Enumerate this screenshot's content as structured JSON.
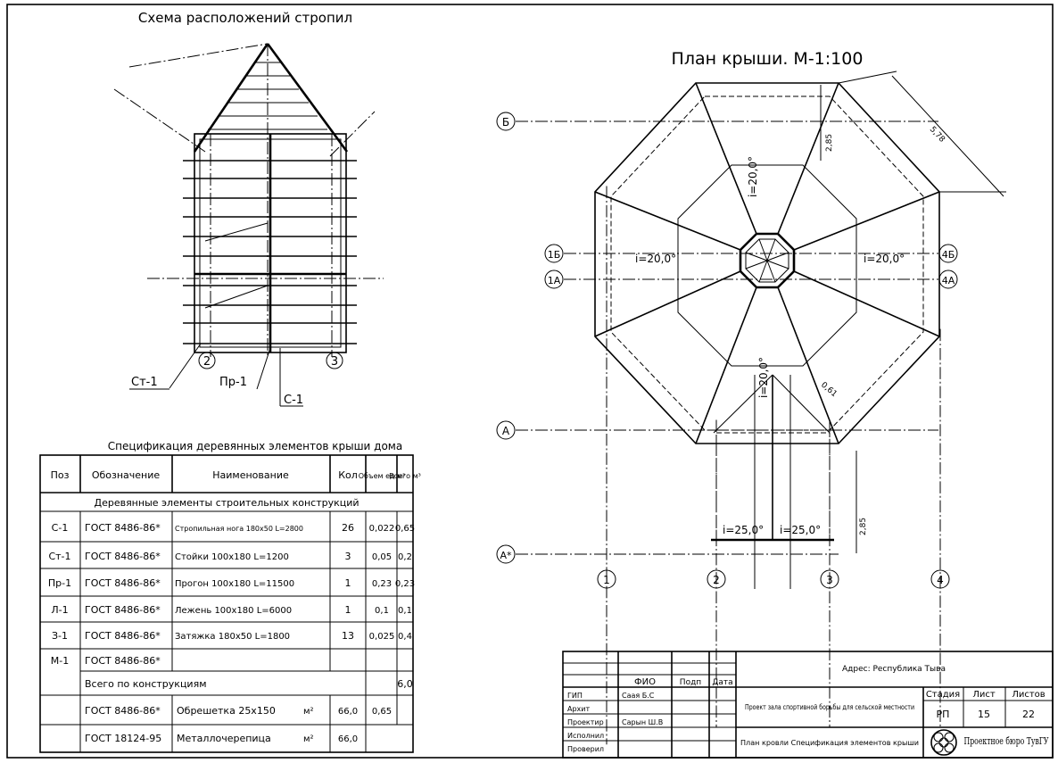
{
  "left_title": "Схема расположений стропил",
  "left_labels": {
    "st1": "Ст-1",
    "pr1": "Пр-1",
    "s1": "С-1",
    "axis2": "2",
    "axis3": "3"
  },
  "plan": {
    "title": "План крыши. М-1:100",
    "axes": {
      "b": "Б",
      "b1": "1Б",
      "a1": "1А",
      "a": "А",
      "a_star": "А*",
      "c4b": "4Б",
      "c4a": "4А",
      "n1": "1",
      "n2": "2",
      "n3": "3",
      "n4": "4"
    },
    "slopes": {
      "top": "i=20,0°",
      "left": "i=20,0°",
      "right": "i=20,0°",
      "front": "i=20,0°",
      "porch_left": "i=25,0°",
      "porch_right": "i=25,0°"
    },
    "dims": {
      "side": "5,78",
      "inner": "2,85",
      "porch": "2,85",
      "small": "0,61"
    }
  },
  "spec": {
    "title": "Спецификация деревянных элементов крыши дома",
    "headers": {
      "poz": "Поз",
      "obozn": "Обозначение",
      "naim": "Наименование",
      "kol": "Кол",
      "obyem": "Объем ед м³",
      "vsego": "Всего м³"
    },
    "section": "Деревянные элементы строительных конструкций",
    "rows": [
      {
        "poz": "С-1",
        "obozn": "ГОСТ 8486-86*",
        "naim": "Стропильная нога 180х50 L=2800",
        "kol": "26",
        "obyem": "0,022",
        "vsego": "0,65"
      },
      {
        "poz": "Ст-1",
        "obozn": "ГОСТ 8486-86*",
        "naim": "Стойки 100х180 L=1200",
        "kol": "3",
        "obyem": "0,05",
        "vsego": "0,2"
      },
      {
        "poz": "Пр-1",
        "obozn": "ГОСТ 8486-86*",
        "naim": "Прогон 100х180 L=11500",
        "kol": "1",
        "obyem": "0,23",
        "vsego": "0,23"
      },
      {
        "poz": "Л-1",
        "obozn": "ГОСТ 8486-86*",
        "naim": "Лежень 100х180 L=6000",
        "kol": "1",
        "obyem": "0,1",
        "vsego": "0,1"
      },
      {
        "poz": "З-1",
        "obozn": "ГОСТ 8486-86*",
        "naim": "Затяжка 180х50 L=1800",
        "kol": "13",
        "obyem": "0,025",
        "vsego": "0,4"
      },
      {
        "poz": "М-1",
        "obozn": "ГОСТ 8486-86*",
        "naim": "",
        "kol": "",
        "obyem": "",
        "vsego": ""
      }
    ],
    "total_label": "Всего по конструкциям",
    "total_value": "6,0",
    "extra": [
      {
        "obozn": "ГОСТ 8486-86*",
        "naim": "Обрешетка 25х150",
        "unit": "м²",
        "kol": "66,0",
        "obyem": "0,65"
      },
      {
        "obozn": "ГОСТ 18124-95",
        "naim": "Металлочерепица",
        "unit": "м²",
        "kol": "66,0",
        "obyem": ""
      }
    ]
  },
  "stamp": {
    "cols": {
      "fio": "ФИО",
      "podp": "Подп",
      "data": "Дата"
    },
    "roles": [
      {
        "role": "ГИП",
        "name": "Саая Б.С"
      },
      {
        "role": "Архит",
        "name": ""
      },
      {
        "role": "Проектир",
        "name": "Сарын Ш.В"
      },
      {
        "role": "Исполнил",
        "name": ""
      },
      {
        "role": "Проверил",
        "name": ""
      }
    ],
    "address": "Адрес: Республика Тыва",
    "project": "Проект зала спортивной борьбы для сельской местности",
    "sheet_name": "План кровли Спецификация элементов крыши",
    "stage_label": "Стадия",
    "stage": "РП",
    "sheet_label": "Лист",
    "sheet": "15",
    "sheets_label": "Листов",
    "sheets": "22",
    "org": "Проектное бюро ТувГУ"
  }
}
